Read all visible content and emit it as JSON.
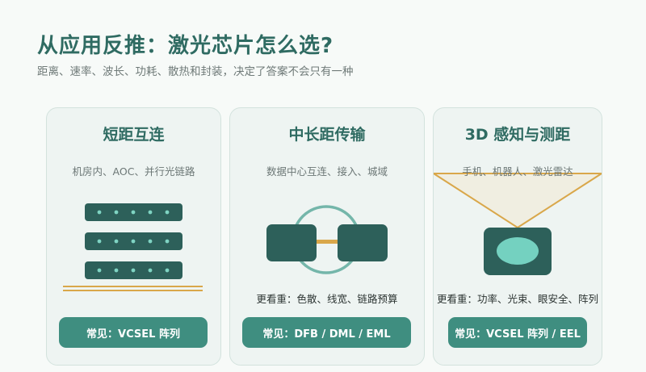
{
  "page": {
    "title": "从应用反推：激光芯片怎么选?",
    "subtitle": "距离、速率、波长、功耗、散热和封装，决定了答案不会只有一种"
  },
  "cards": [
    {
      "title": "短距互连",
      "subtitle": "机房内、AOC、并行光链路",
      "note": "",
      "common": "常见：VCSEL 阵列",
      "icon": "stacked-emitter-array-icon"
    },
    {
      "title": "中长距传输",
      "subtitle": "数据中心互连、接入、城域",
      "note": "更看重：色散、线宽、链路预算",
      "common": "常见：DFB / DML / EML",
      "icon": "linked-modules-icon"
    },
    {
      "title": "3D 感知与测距",
      "subtitle": "手机、机器人、激光雷达",
      "note": "更看重：功率、光束、眼安全、阵列",
      "common": "常见：VCSEL 阵列 / EEL",
      "icon": "projector-beam-icon"
    }
  ],
  "colors": {
    "title": "#2f6b62",
    "block": "#2d605a",
    "dot": "#7fd4c3",
    "accent_gold": "#d9a74a",
    "pill": "#3f8e80",
    "ring": "#74b6aa"
  }
}
